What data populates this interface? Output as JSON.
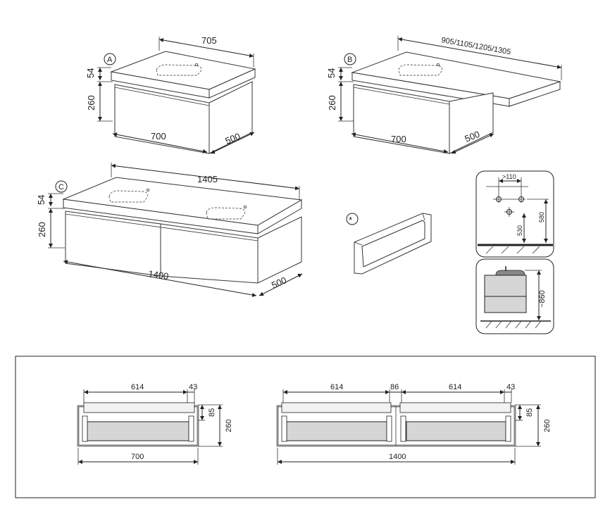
{
  "views": {
    "a": {
      "label": "A",
      "top_width": "705",
      "top_thickness": "54",
      "cabinet_height": "260",
      "cabinet_width": "700",
      "depth": "500"
    },
    "b": {
      "label": "B",
      "top_width": "905/1105/1205/1305",
      "top_thickness": "54",
      "cabinet_height": "260",
      "cabinet_width": "700",
      "depth": "500"
    },
    "c": {
      "label": "C",
      "top_width": "1405",
      "top_thickness": "54",
      "cabinet_height": "260",
      "cabinet_width": "1400",
      "depth": "500"
    }
  },
  "accessory": {
    "marker": "*"
  },
  "install": {
    "spacing": ">110",
    "height_outlet": "530",
    "height_supply": "580",
    "height_total": "~860"
  },
  "front_views": {
    "single": {
      "inner_width": "614",
      "side_gap": "43",
      "drawer_offset": "85",
      "height": "260",
      "width": "700"
    },
    "double": {
      "inner_width_left": "614",
      "middle_gap": "86",
      "inner_width_right": "614",
      "side_gap": "43",
      "drawer_offset": "85",
      "height": "260",
      "width": "1400"
    }
  },
  "colors": {
    "line": "#222222",
    "drawer_fill": "#d6d6d6",
    "frame_border": "#666666"
  }
}
